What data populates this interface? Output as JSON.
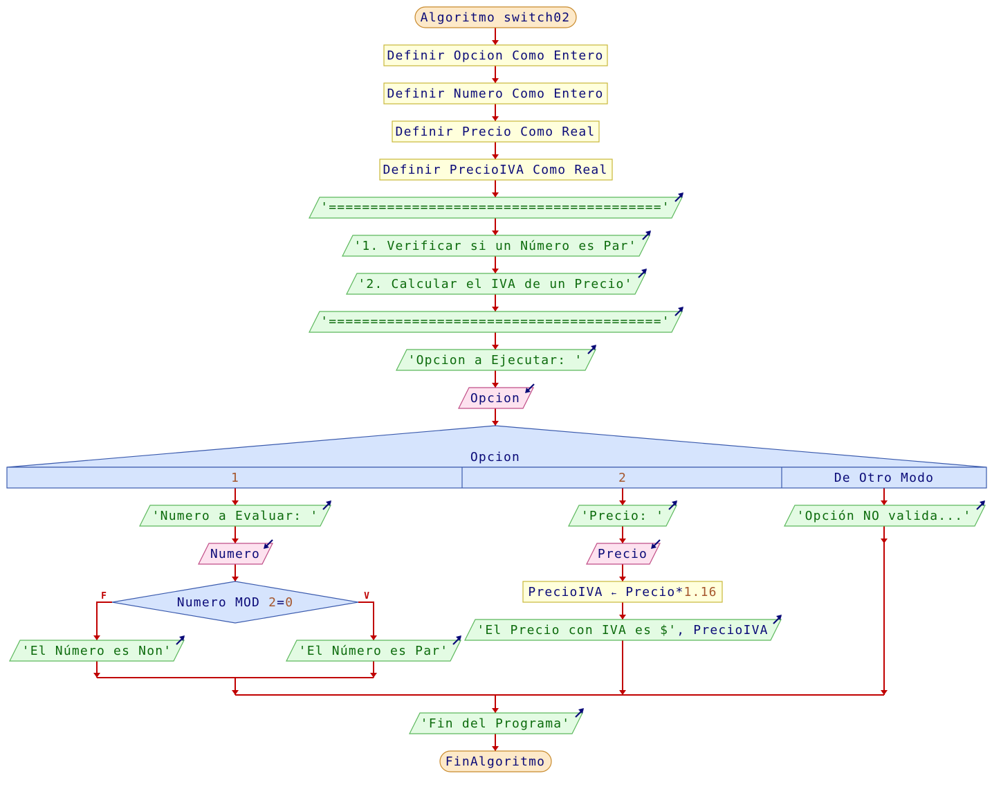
{
  "diagram": {
    "title": "Algoritmo switch02",
    "start": "Algoritmo switch02",
    "end": "FinAlgoritmo",
    "definitions": [
      "Definir Opcion Como Entero",
      "Definir Numero Como Entero",
      "Definir Precio Como Real",
      "Definir PrecioIVA Como Real"
    ],
    "outputs_top": [
      "'========================================'",
      "'1. Verificar si un Número es Par'",
      "'2. Calcular el IVA de un Precio'",
      "'========================================'",
      "'Opcion a Ejecutar: '"
    ],
    "input_opcion": "Opcion",
    "switch": {
      "variable": "Opcion",
      "cases": [
        {
          "label": "1",
          "output": "'Numero a Evaluar: '",
          "input": "Numero",
          "condition": {
            "left": "Numero MOD ",
            "num1": "2",
            "eq": "=",
            "num2": "0",
            "false_label": "F",
            "true_label": "V",
            "false_output": "'El Número es Non'",
            "true_output": "'El Número es Par'"
          }
        },
        {
          "label": "2",
          "output": "'Precio: '",
          "input": "Precio",
          "assign": {
            "target": "PrecioIVA",
            "arrow": "←",
            "expr": "Precio",
            "op": "*",
            "num": "1.16"
          },
          "final_output_str": "'El Precio con IVA es $'",
          "final_output_var": ", PrecioIVA"
        },
        {
          "label": "De Otro Modo",
          "output": "'Opción NO valida...'"
        }
      ]
    },
    "final_output": "'Fin del Programa'",
    "icons": {
      "output_icon": "arrow-up-right",
      "input_icon": "arrow-down-left"
    },
    "colors": {
      "flow_line": "#c00000",
      "output_fill": "#e3fbe3",
      "input_fill": "#fde2ef",
      "process_fill": "#ffffdc",
      "terminal_fill": "#fde9c9",
      "decision_fill": "#d6e4fd"
    }
  }
}
